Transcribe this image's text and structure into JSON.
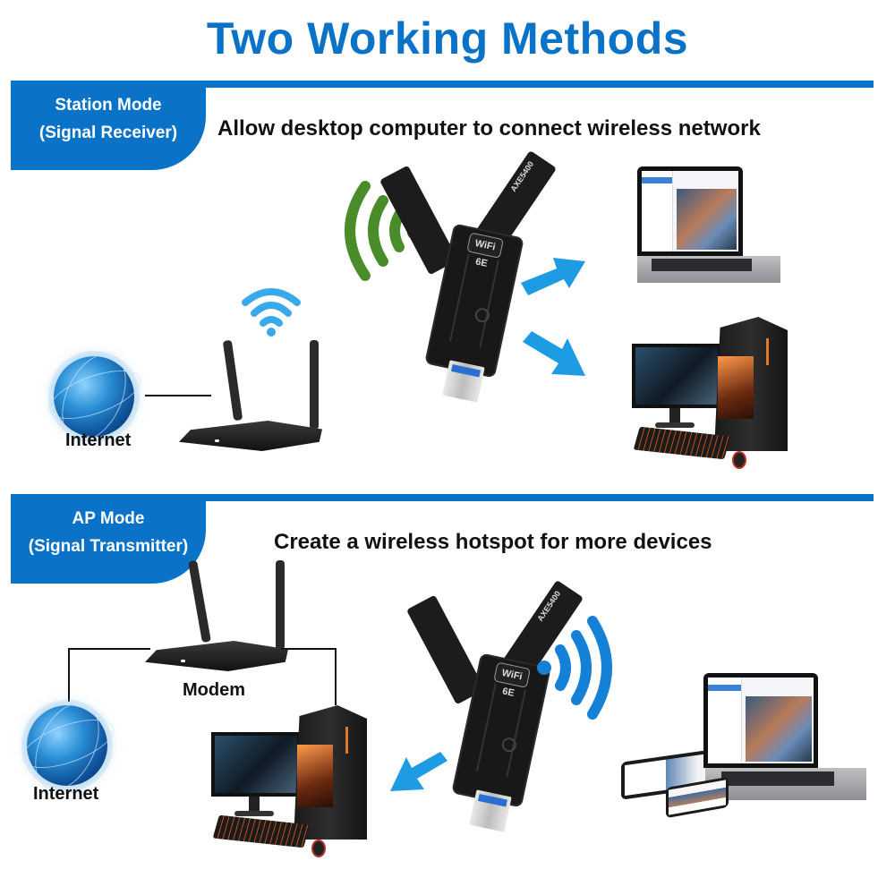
{
  "title": "Two Working Methods",
  "colors": {
    "brand_blue": "#0a72c7",
    "signal_green": "#4a8c2a",
    "signal_light_blue": "#3aa9ea",
    "arrow_blue": "#1d9be3",
    "ap_signal_blue": "#1480d6"
  },
  "sections": [
    {
      "mode_line1": "Station Mode",
      "mode_line2": "(Signal Receiver)",
      "description": "Allow desktop computer to connect wireless network",
      "labels": {
        "internet": "Internet"
      },
      "icons": [
        "globe-icon",
        "wifi-icon",
        "router",
        "usb-wifi-adapter",
        "green-signal-icon",
        "arrow-up-right-icon",
        "arrow-down-right-icon",
        "laptop",
        "desktop-pc"
      ]
    },
    {
      "mode_line1": "AP Mode",
      "mode_line2": "(Signal Transmitter)",
      "description": "Create a wireless hotspot for more devices",
      "labels": {
        "modem": "Modem",
        "internet": "Internet"
      },
      "icons": [
        "router",
        "globe-icon",
        "desktop-pc",
        "arrow-left-icon",
        "usb-wifi-adapter",
        "blue-signal-icon",
        "tablet",
        "laptop",
        "smartphone"
      ]
    }
  ],
  "adapter": {
    "badge": "WiFi 6E",
    "antenna_text": "AXE5400"
  }
}
